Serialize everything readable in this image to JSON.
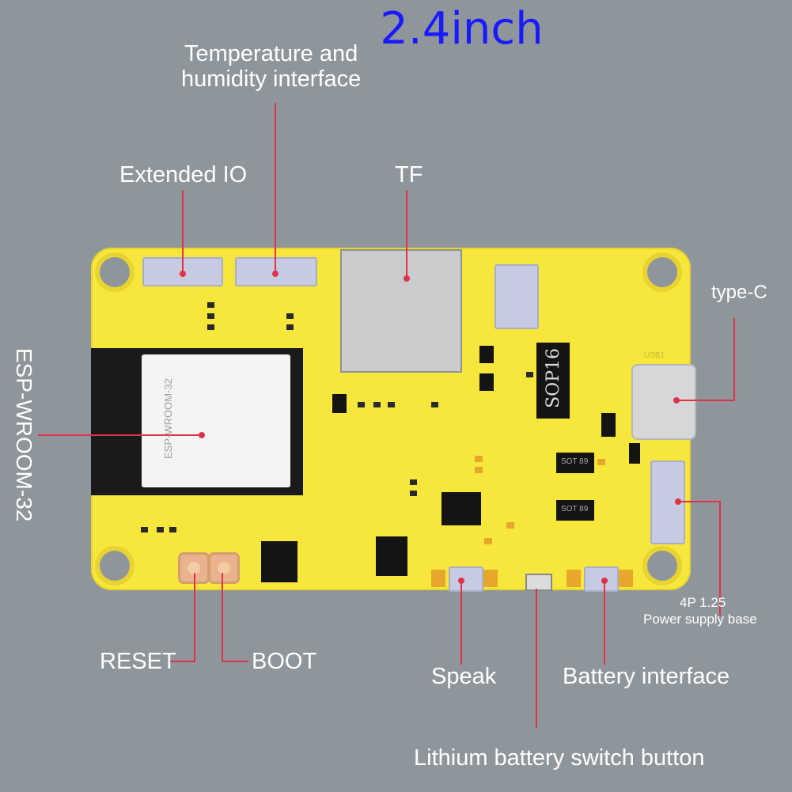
{
  "title": "2.4inch",
  "labels": {
    "temp_humidity_line1": "Temperature and",
    "temp_humidity_line2": "humidity interface",
    "extended_io": "Extended IO",
    "tf": "TF",
    "type_c": "type-C",
    "esp_module": "ESP-WROOM-32",
    "power_base_line1": "4P 1.25",
    "power_base_line2": "Power supply base",
    "reset": "RESET",
    "boot": "BOOT",
    "speak": "Speak",
    "battery_interface": "Battery interface",
    "lithium_switch": "Lithium battery switch button"
  },
  "board_text": {
    "module_print": "ESP-WROOM-32",
    "chip_sop16": "SOP16",
    "usb": "USB1",
    "sot1": "SOT 89",
    "sot2": "SOT 89"
  },
  "colors": {
    "background": "#8f969b",
    "board": "#f7e63b",
    "title": "#1a1aff",
    "pointer": "#e0334a",
    "label": "#ffffff"
  }
}
